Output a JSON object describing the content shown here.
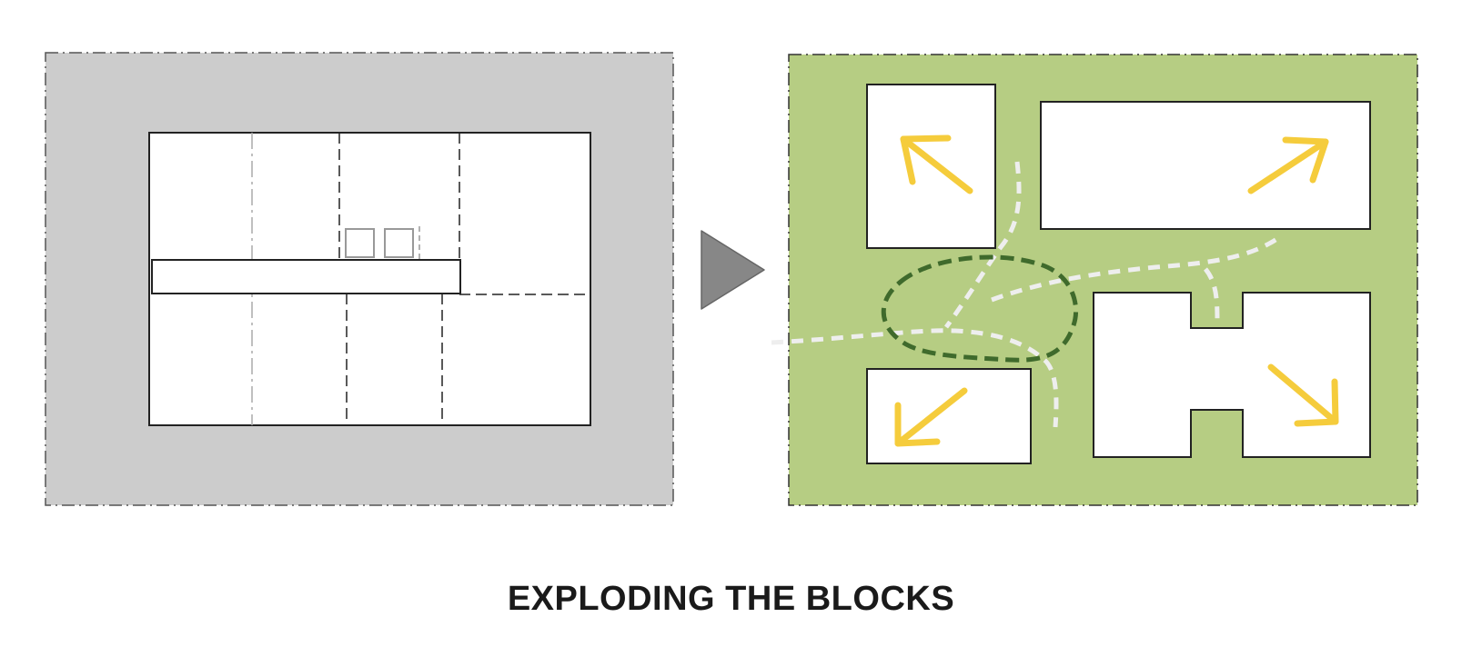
{
  "caption": "EXPLODING THE BLOCKS",
  "colors": {
    "before_site": "#cccccc",
    "after_site": "#b6cd83",
    "block_fill": "#ffffff",
    "outline": "#222222",
    "arrow": "#f5cc3c",
    "path": "#eeeeee",
    "green_loop": "#3f6a2c",
    "transition_arrow": "#878787"
  },
  "icons": {
    "transition": "right-triangle-arrow",
    "expansion": "diagonal-arrow"
  }
}
